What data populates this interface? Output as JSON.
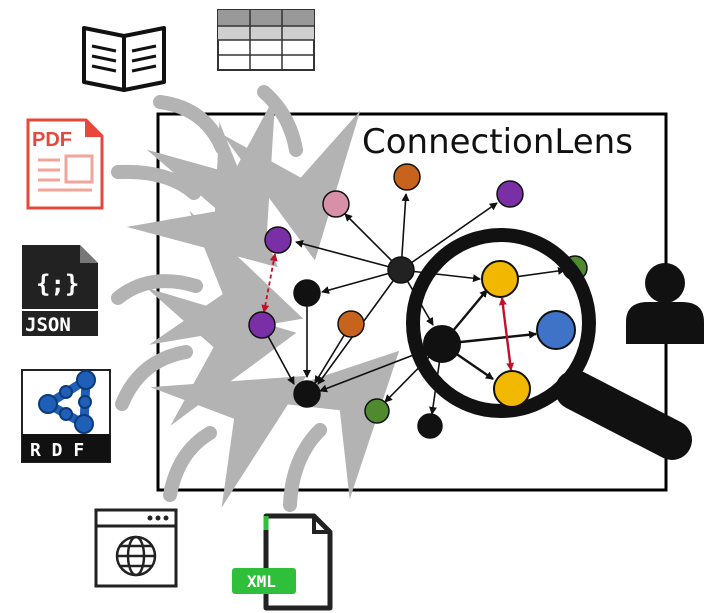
{
  "title": "ConnectionLens",
  "sources": {
    "pdf_label": "PDF",
    "json_label": "JSON",
    "json_braces": "{;}",
    "rdf_label": "R D F",
    "xml_label": "XML"
  },
  "colors": {
    "frame": "#000000",
    "arrow_gray": "#b3b3b3",
    "pdf_red": "#e8473b",
    "json_dark": "#222222",
    "rdf_blue": "#1f5fb8",
    "xml_green": "#2fbf3a",
    "node_purple": "#7b2fa7",
    "node_orange": "#c8631e",
    "node_pink": "#d88fa8",
    "node_green": "#4f8a2e",
    "node_yellow": "#f2b800",
    "node_blue": "#3f73c8",
    "node_black": "#111111",
    "link_red": "#c0102a"
  },
  "icons": [
    "book-icon",
    "table-icon",
    "pdf-file-icon",
    "json-file-icon",
    "rdf-file-icon",
    "web-page-icon",
    "xml-file-icon",
    "magnifier-icon",
    "user-icon"
  ]
}
